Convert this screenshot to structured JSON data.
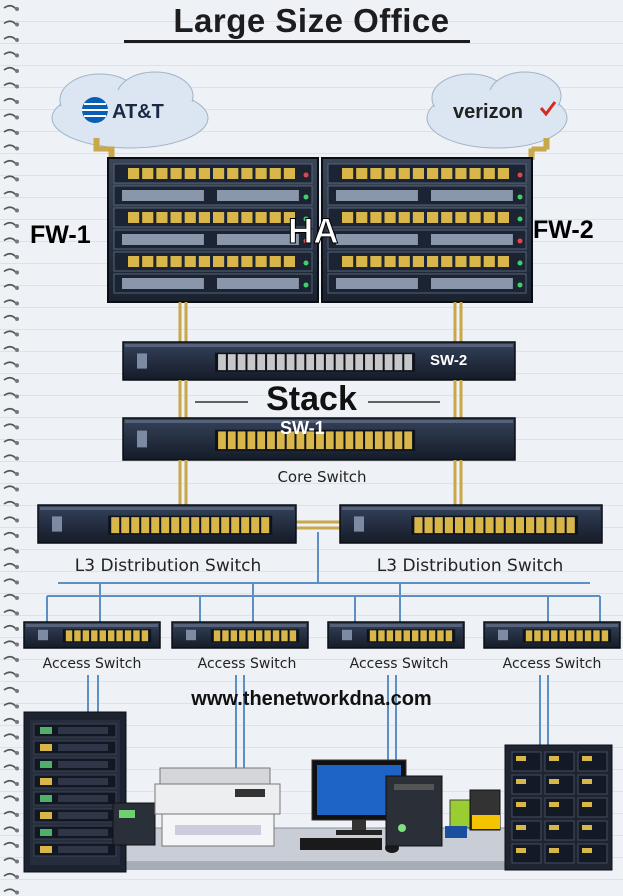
{
  "title": "Large Size Office",
  "isps": {
    "left": "AT&T",
    "right": "verizon"
  },
  "firewalls": {
    "left_label": "FW-1",
    "right_label": "FW-2",
    "ha_label": "HA"
  },
  "core": {
    "sw2_label": "SW-2",
    "sw1_label": "SW-1",
    "stack_label": "Stack",
    "caption": "Core Switch"
  },
  "distribution": {
    "left_caption": "L3 Distribution Switch",
    "right_caption": "L3 Distribution Switch"
  },
  "access": [
    {
      "caption": "Access Switch"
    },
    {
      "caption": "Access Switch"
    },
    {
      "caption": "Access Switch"
    },
    {
      "caption": "Access Switch"
    }
  ],
  "website": "www.thenetworkdna.com",
  "colors": {
    "device_dark": "#1b2433",
    "device_mid": "#2c3a50",
    "port_gold": "#d8b64a",
    "cable_gold": "#c8a84a",
    "cable_blue": "#5d8fc4",
    "verizon_red": "#d52b1e",
    "att_blue": "#0a5fb4"
  }
}
